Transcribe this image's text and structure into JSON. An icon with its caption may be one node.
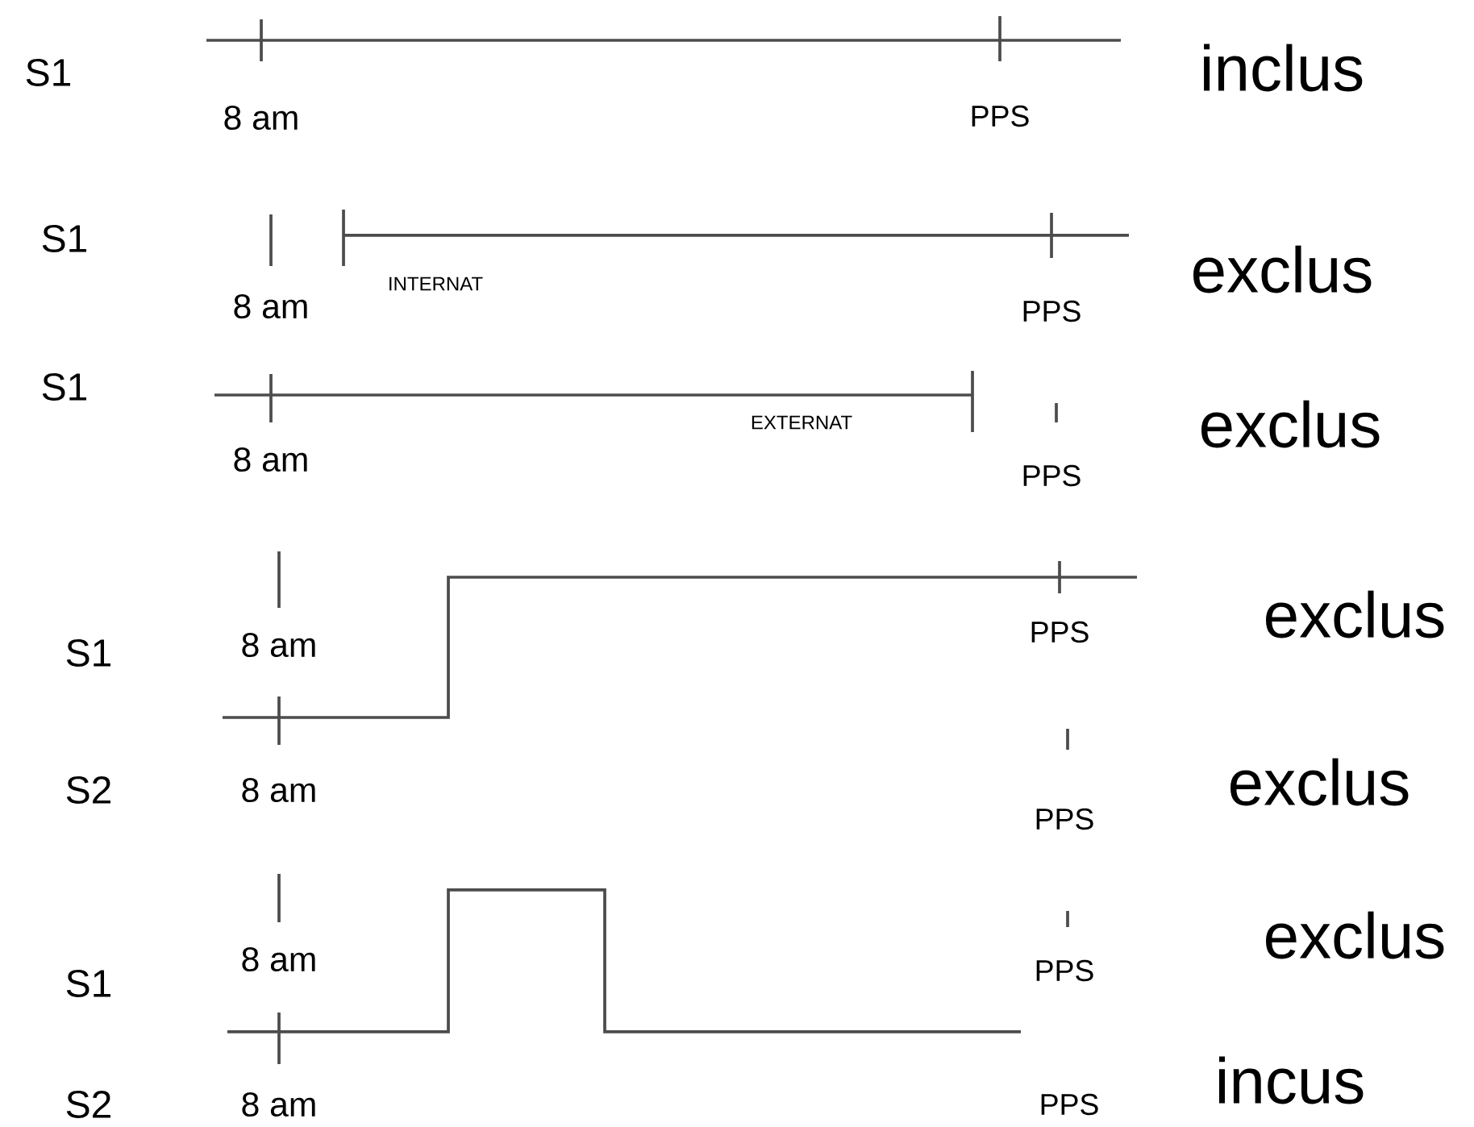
{
  "diagram": {
    "labels": [
      "S1",
      "8 am",
      "PPS",
      "inclus",
      "S1",
      "8 am",
      "INTERNAT",
      "PPS",
      "exclus",
      "S1",
      "8 am",
      "EXTERNAT",
      "PPS",
      "exclus",
      "S1",
      "8 am",
      "PPS",
      "exclus",
      "S2",
      "8 am",
      "PPS",
      "exclus",
      "S1",
      "8 am",
      "PPS",
      "exclus",
      "S2",
      "8 am",
      "PPS",
      "incus"
    ]
  }
}
